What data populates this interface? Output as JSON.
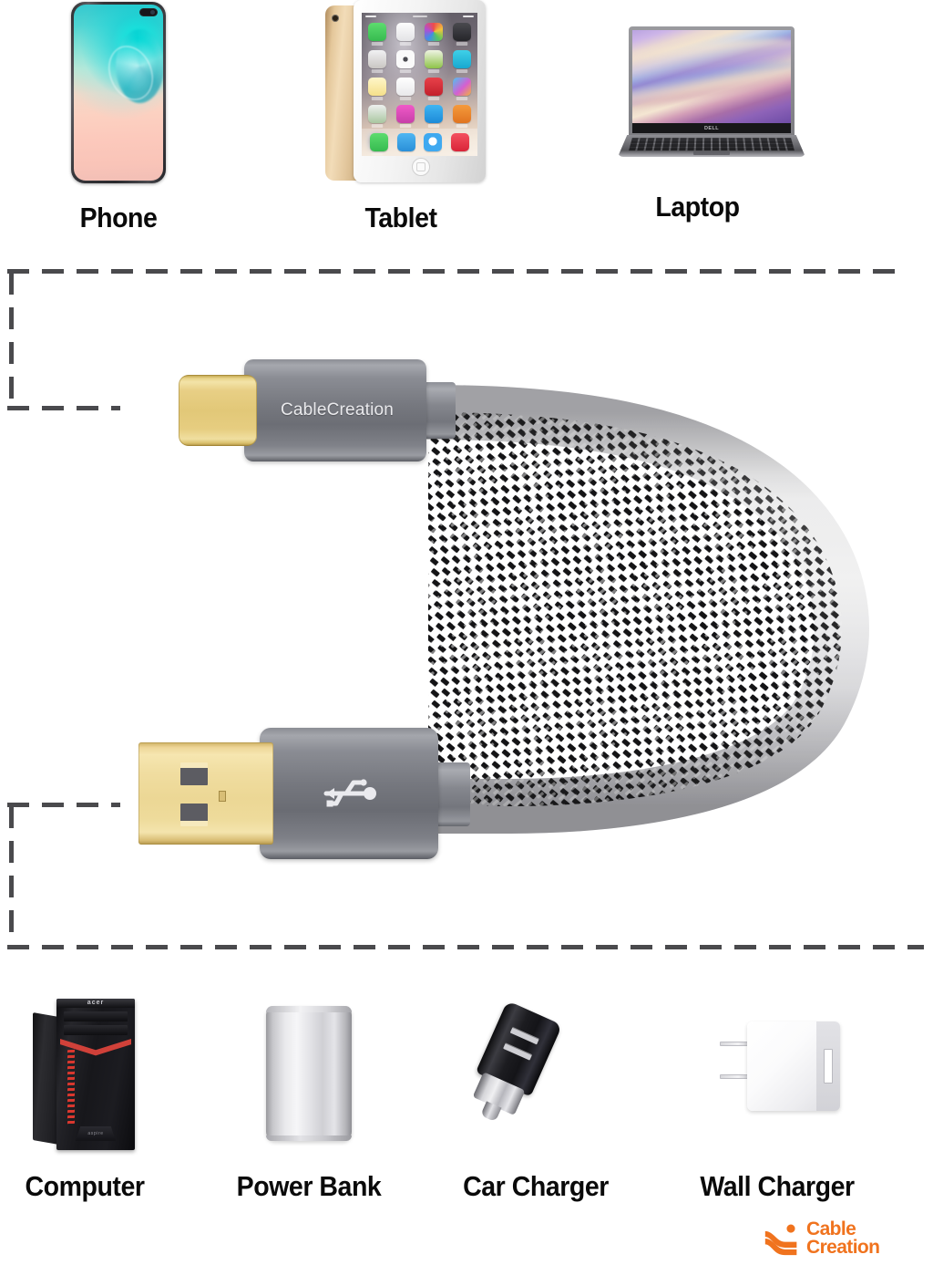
{
  "brand": {
    "name_line1": "Cable",
    "name_line2": "Creation",
    "logo_color": "#f0731e",
    "logo_icon": "cable-wave-icon"
  },
  "top_devices": {
    "section_name": "compatible-source-devices",
    "items": [
      {
        "label": "Phone",
        "icon": "smartphone-icon",
        "device": "samsung-galaxy-s10-plus"
      },
      {
        "label": "Tablet",
        "icon": "tablet-icon",
        "device": "apple-ipad-gold"
      },
      {
        "label": "Laptop",
        "icon": "laptop-icon",
        "device": "dell-xps-laptop"
      }
    ]
  },
  "bottom_devices": {
    "section_name": "compatible-power-devices",
    "items": [
      {
        "label": "Computer",
        "icon": "desktop-tower-icon",
        "device": "acer-gaming-desktop"
      },
      {
        "label": "Power Bank",
        "icon": "power-bank-icon",
        "device": "silver-power-bank"
      },
      {
        "label": "Car Charger",
        "icon": "car-charger-icon",
        "device": "black-car-charger"
      },
      {
        "label": "Wall Charger",
        "icon": "wall-charger-icon",
        "device": "white-usb-wall-adapter"
      }
    ]
  },
  "cable": {
    "name": "usb-a-to-usb-c-braided-cable",
    "usb_c_connector": {
      "name": "usb-c-connector",
      "brand_text": "CableCreation",
      "tip_finish": "gold-plated",
      "housing_color": "#76787f"
    },
    "usb_a_connector": {
      "name": "usb-a-connector",
      "logo": "usb-trident-icon",
      "tip_finish": "gold-plated",
      "housing_color": "#75777e"
    },
    "sleeve": {
      "style": "nylon-braided",
      "color_primary": "#ffffff",
      "color_secondary": "#1a1a1a"
    }
  },
  "connector_lines": {
    "name": "dashed-connection-guides",
    "color": "#4a4a4d",
    "style": "dashed"
  }
}
